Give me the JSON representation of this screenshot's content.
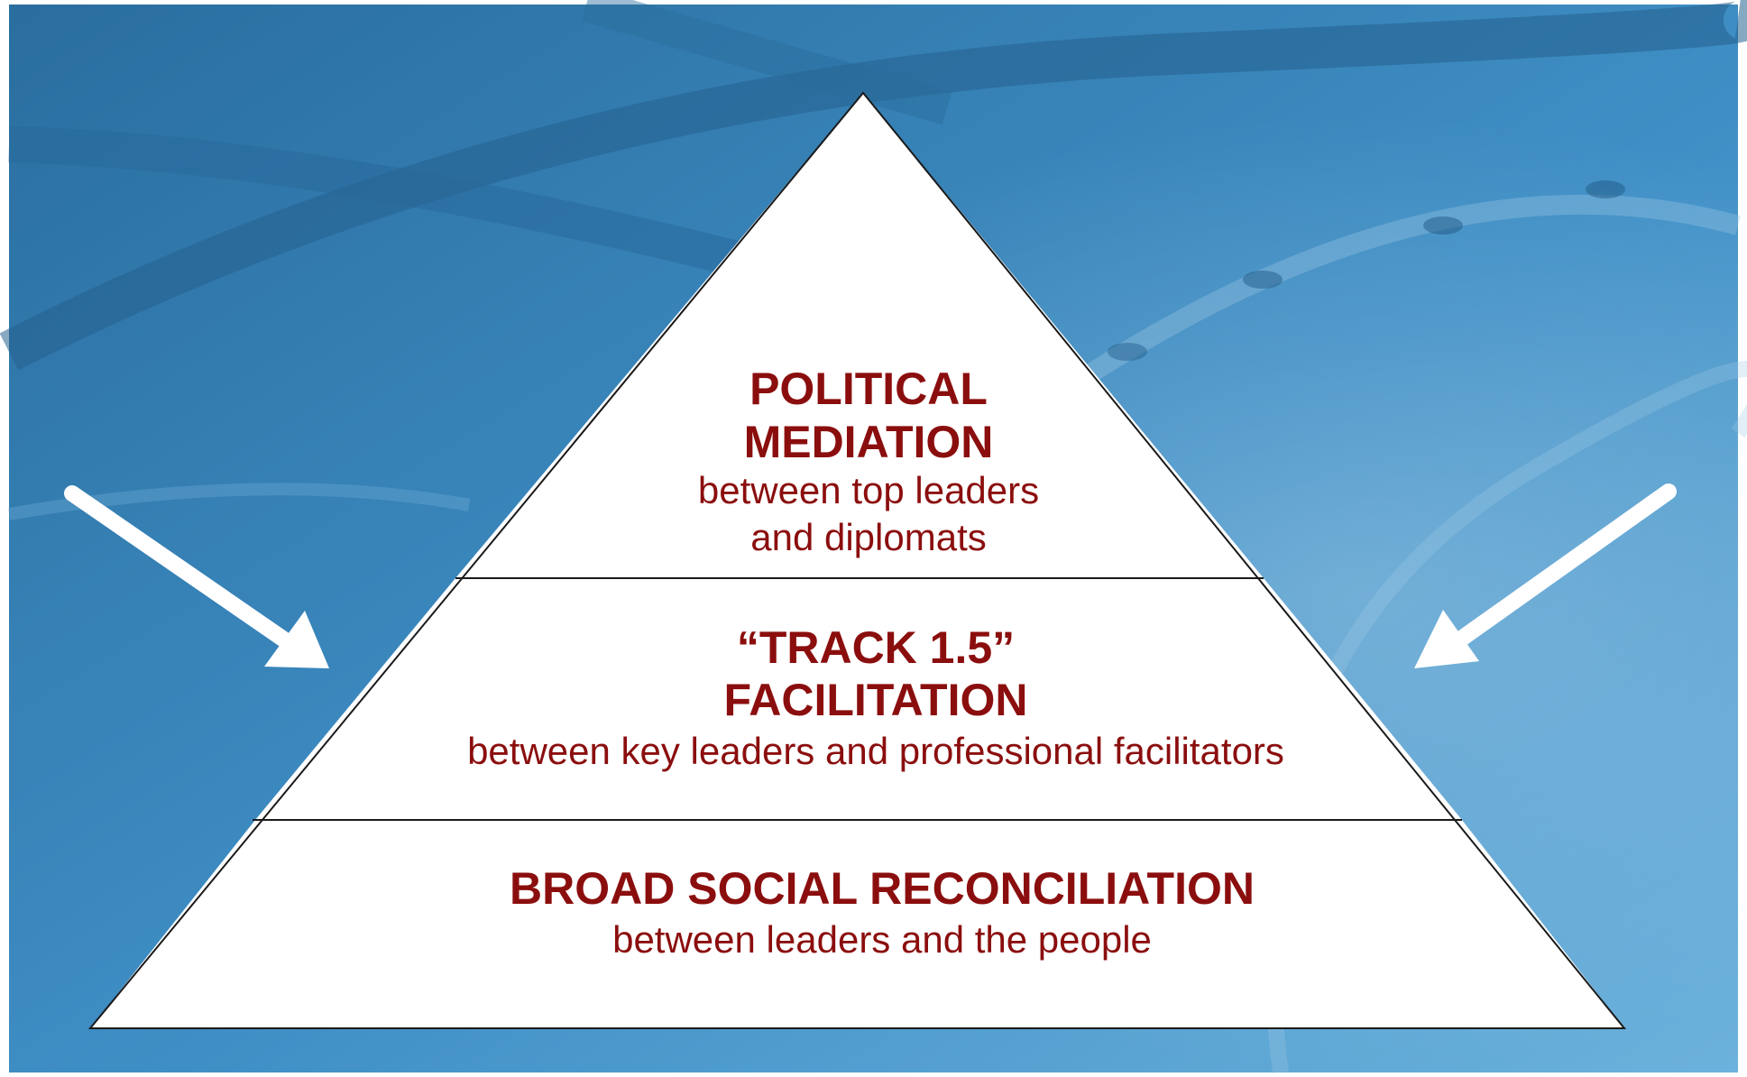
{
  "colors": {
    "background": "#3f8fc6",
    "background_dark": "#2a6e9f",
    "background_light": "#6cb2dc",
    "pyramid_fill": "#ffffff",
    "pyramid_stroke": "#1a1a1a",
    "text": "#8b0e0e",
    "arrow": "#ffffff"
  },
  "diagram": {
    "tiers": [
      {
        "title_lines": [
          "POLITICAL",
          "MEDIATION"
        ],
        "subtitle_lines": [
          "between top leaders",
          "and diplomats"
        ]
      },
      {
        "title_lines": [
          "“TRACK 1.5”",
          "FACILITATION"
        ],
        "subtitle_lines": [
          "between key leaders and professional facilitators"
        ]
      },
      {
        "title_lines": [
          "BROAD SOCIAL RECONCILIATION"
        ],
        "subtitle_lines": [
          "between leaders and the people"
        ]
      }
    ],
    "arrows": [
      {
        "name": "left-arrow-icon",
        "direction": "down-right"
      },
      {
        "name": "right-arrow-icon",
        "direction": "down-left"
      }
    ]
  }
}
